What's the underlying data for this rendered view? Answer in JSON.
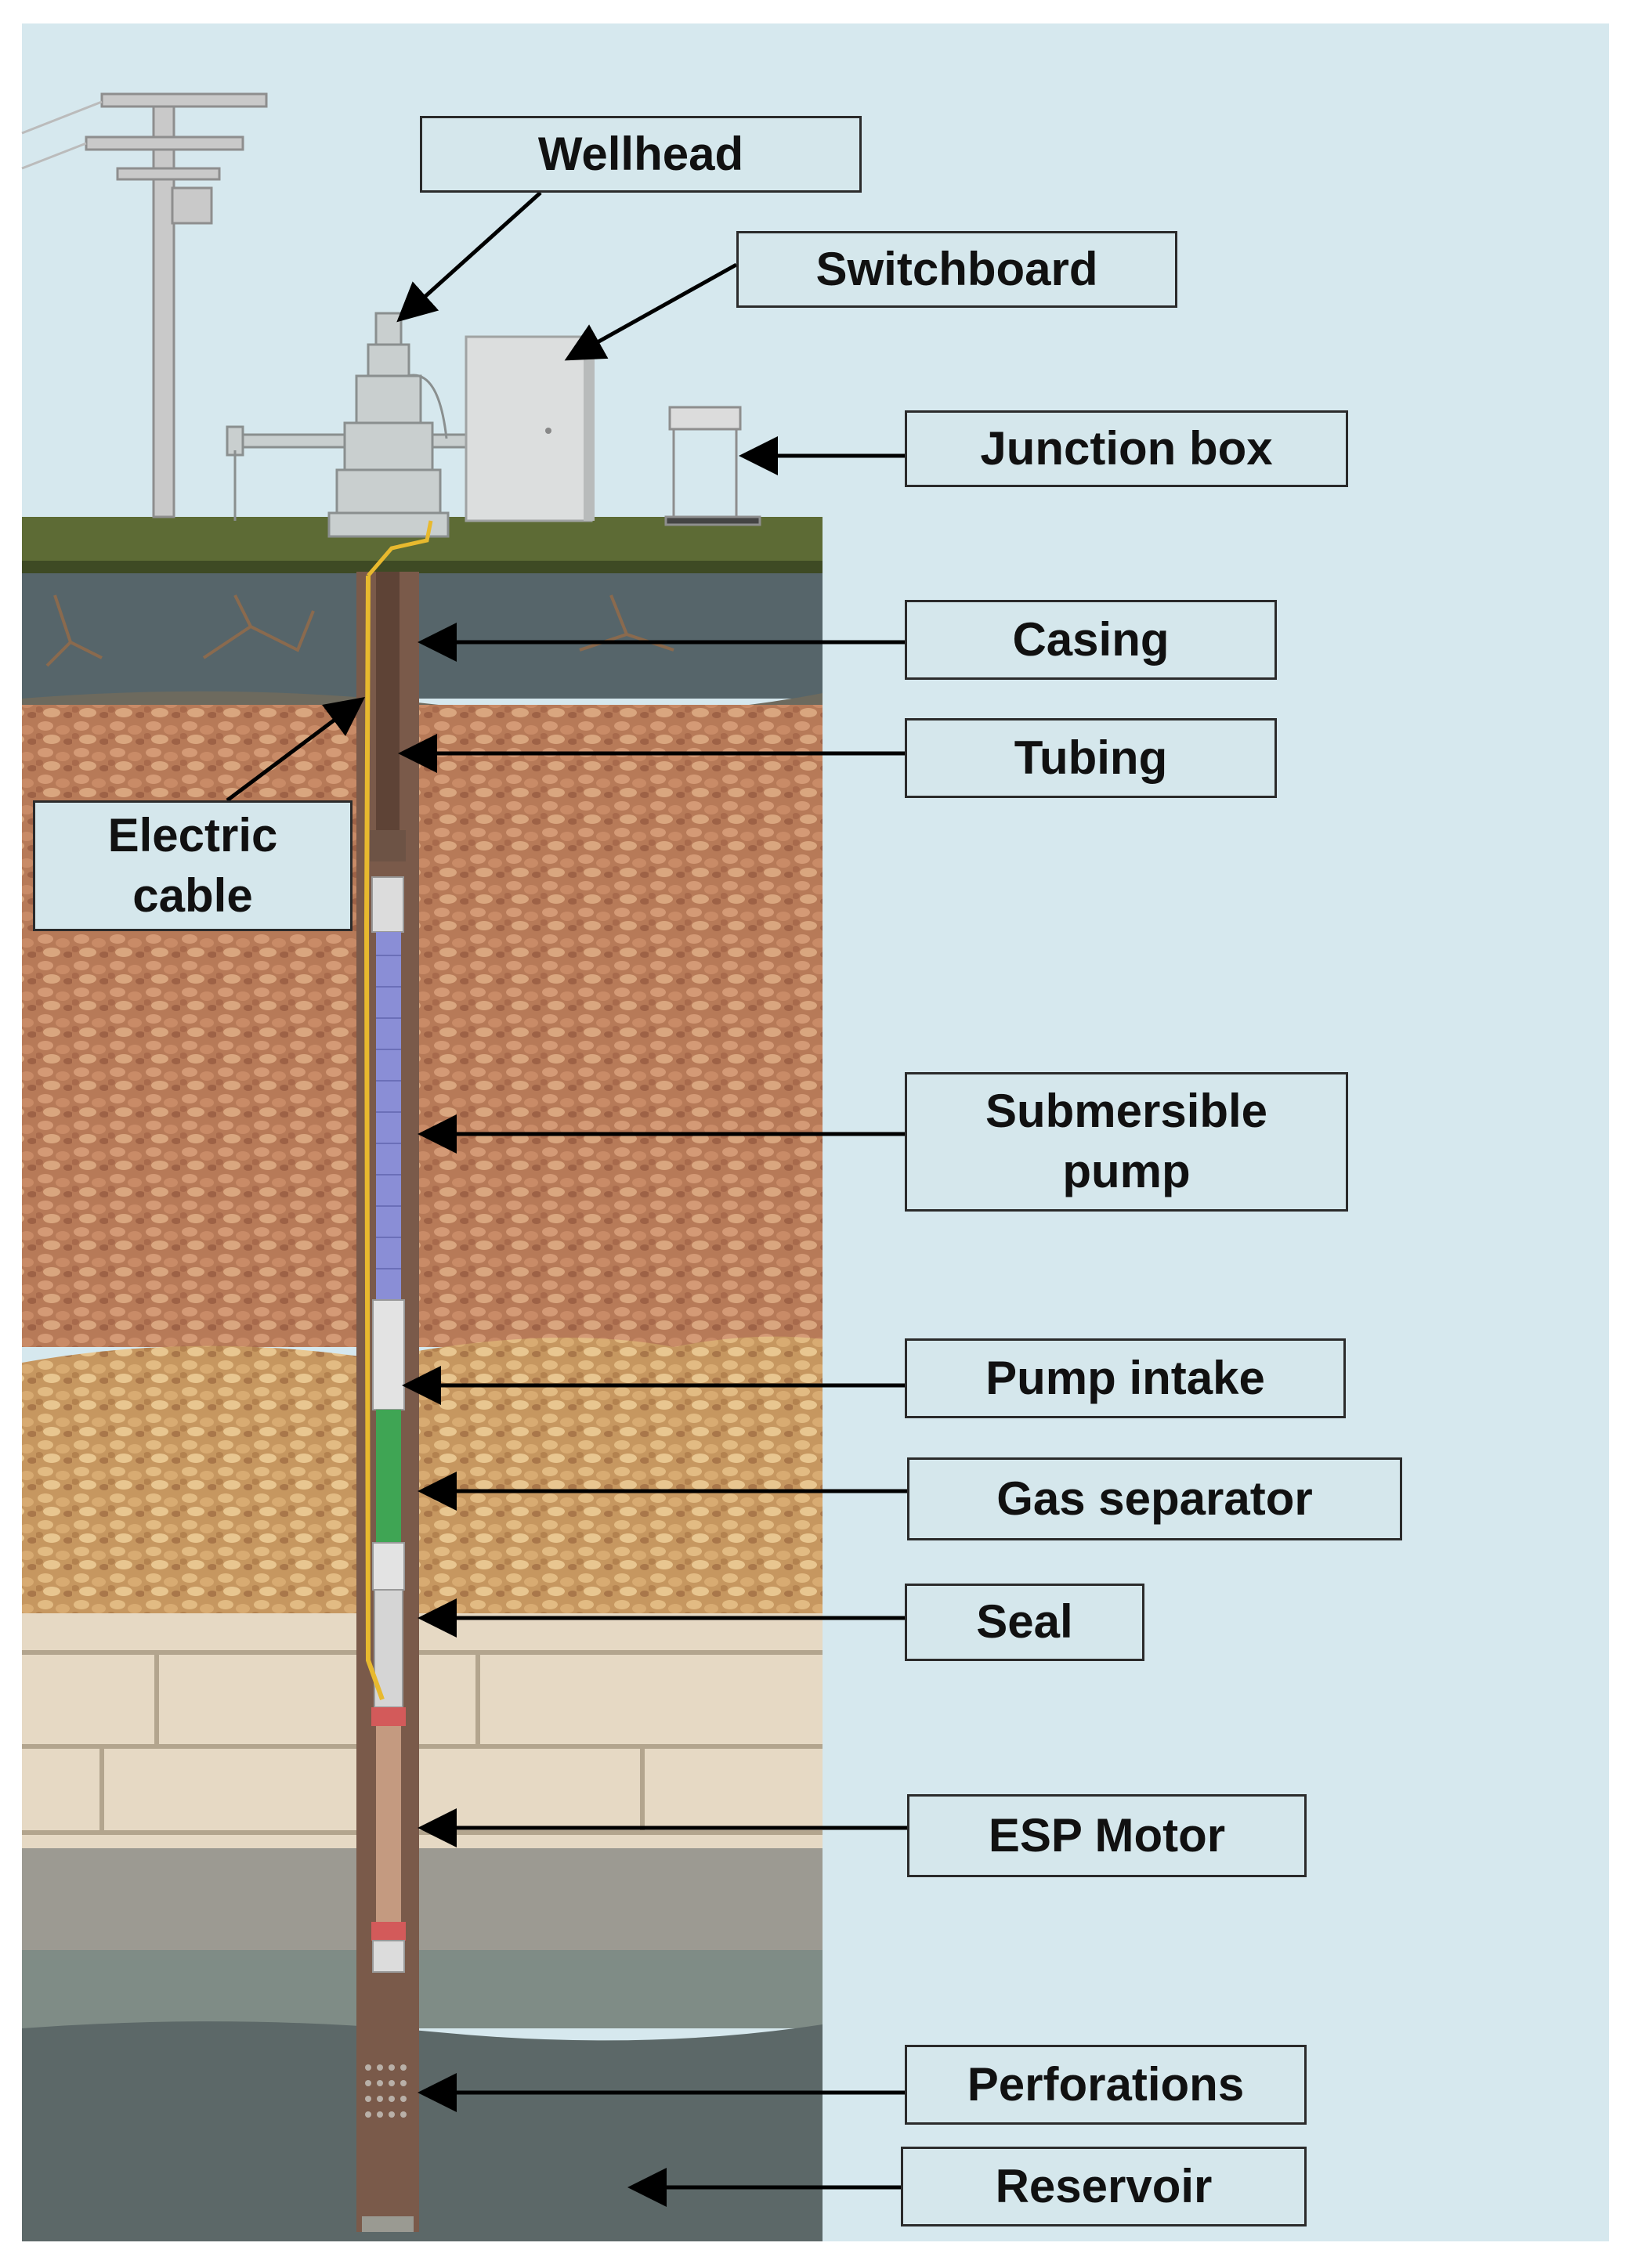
{
  "labels": {
    "wellhead": "Wellhead",
    "switchboard": "Switchboard",
    "junction_box": "Junction box",
    "casing": "Casing",
    "tubing": "Tubing",
    "electric_cable_line1": "Electric",
    "electric_cable_line2": "cable",
    "submersible_pump_line1": "Submersible",
    "submersible_pump_line2": "pump",
    "pump_intake": "Pump intake",
    "gas_separator": "Gas separator",
    "seal": "Seal",
    "esp_motor": "ESP Motor",
    "perforations": "Perforations",
    "reservoir": "Reservoir"
  },
  "colors": {
    "sky": "#d6e8ee",
    "ground_surface": "#5d6b35",
    "topsoil": "#56656a",
    "sandstone_upper": "#b5785a",
    "sandstone_lower": "#c89a62",
    "limestone": "#e6d9c4",
    "shale": "#9c9a92",
    "reservoir_rock": "#5c6868",
    "pump_blue": "#8a8ed6",
    "gas_separator_green": "#3fa554",
    "cable_yellow": "#e8b92e",
    "casing_brown": "#7a5a4a"
  }
}
